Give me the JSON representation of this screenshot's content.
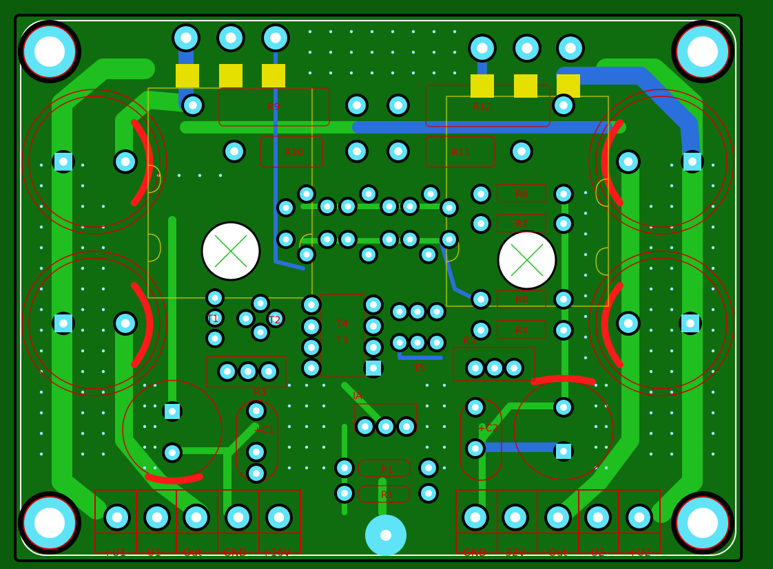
{
  "colors": {
    "background": "#0b5d0b",
    "board": "#0f6d0f",
    "edge": "#000000",
    "top_trace": "#1fbf1f",
    "bottom_trace": "#2a6fdb",
    "silkscreen": "#d40000",
    "pad": "#5fe3f7",
    "hole": "#ffffff",
    "smd_pad": "#e6e000",
    "outline_yellow": "#d8d000"
  },
  "component_labels": [
    {
      "ref": "R9",
      "text": "R9"
    },
    {
      "ref": "R10",
      "text": "R10"
    },
    {
      "ref": "R11",
      "text": "R11"
    },
    {
      "ref": "R12",
      "text": "R12"
    },
    {
      "ref": "R8",
      "text": "R8"
    },
    {
      "ref": "R7",
      "text": "R7"
    },
    {
      "ref": "R6",
      "text": "R6"
    },
    {
      "ref": "R4",
      "text": "R4"
    },
    {
      "ref": "R3",
      "text": "R3"
    },
    {
      "ref": "R1a",
      "text": "R1"
    },
    {
      "ref": "R1b",
      "text": "R1"
    },
    {
      "ref": "C1",
      "text": "+C1"
    },
    {
      "ref": "C2",
      "text": "+C2"
    },
    {
      "ref": "T1",
      "text": "T1"
    },
    {
      "ref": "T2",
      "text": "T2"
    },
    {
      "ref": "T3",
      "text": "T3"
    },
    {
      "ref": "T4",
      "text": "T4"
    },
    {
      "ref": "T5",
      "text": "T5"
    },
    {
      "ref": "IA",
      "text": "IA"
    },
    {
      "ref": "R5",
      "text": "R5"
    }
  ],
  "terminals_left": {
    "pin_labels": [
      "+U1",
      "-U1",
      "Out",
      "GND",
      "+16V"
    ]
  },
  "terminals_right": {
    "pin_labels": [
      "GND",
      "-32V",
      "Out",
      "-U2",
      "+U2"
    ]
  }
}
